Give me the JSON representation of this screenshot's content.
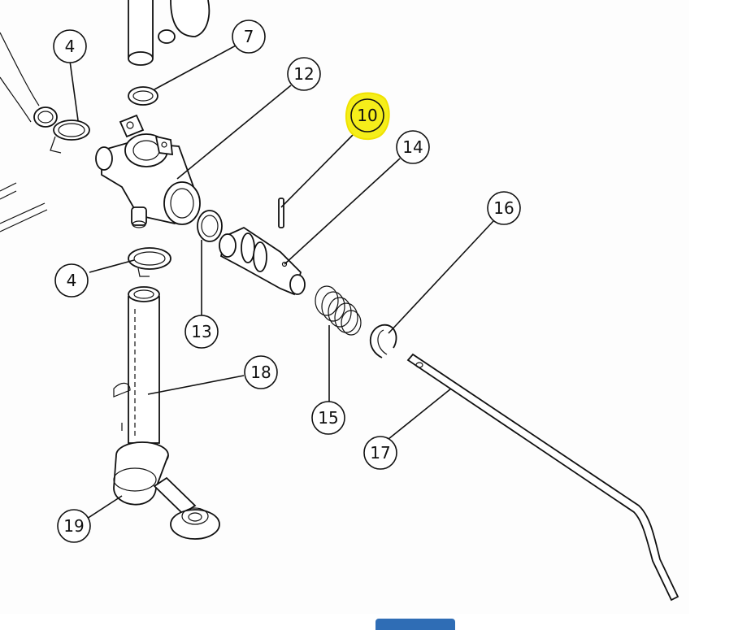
{
  "diagram": {
    "callouts": [
      {
        "id": "c7",
        "label": "7"
      },
      {
        "id": "c4a",
        "label": "4"
      },
      {
        "id": "c12",
        "label": "12"
      },
      {
        "id": "c10",
        "label": "10",
        "highlighted": true
      },
      {
        "id": "c14",
        "label": "14"
      },
      {
        "id": "c16",
        "label": "16"
      },
      {
        "id": "c4b",
        "label": "4"
      },
      {
        "id": "c13",
        "label": "13"
      },
      {
        "id": "c18",
        "label": "18"
      },
      {
        "id": "c15",
        "label": "15"
      },
      {
        "id": "c17",
        "label": "17"
      },
      {
        "id": "c19",
        "label": "19"
      }
    ],
    "highlight_color": "#f5ee1a"
  },
  "bottom_bar": {
    "button_label": ""
  }
}
